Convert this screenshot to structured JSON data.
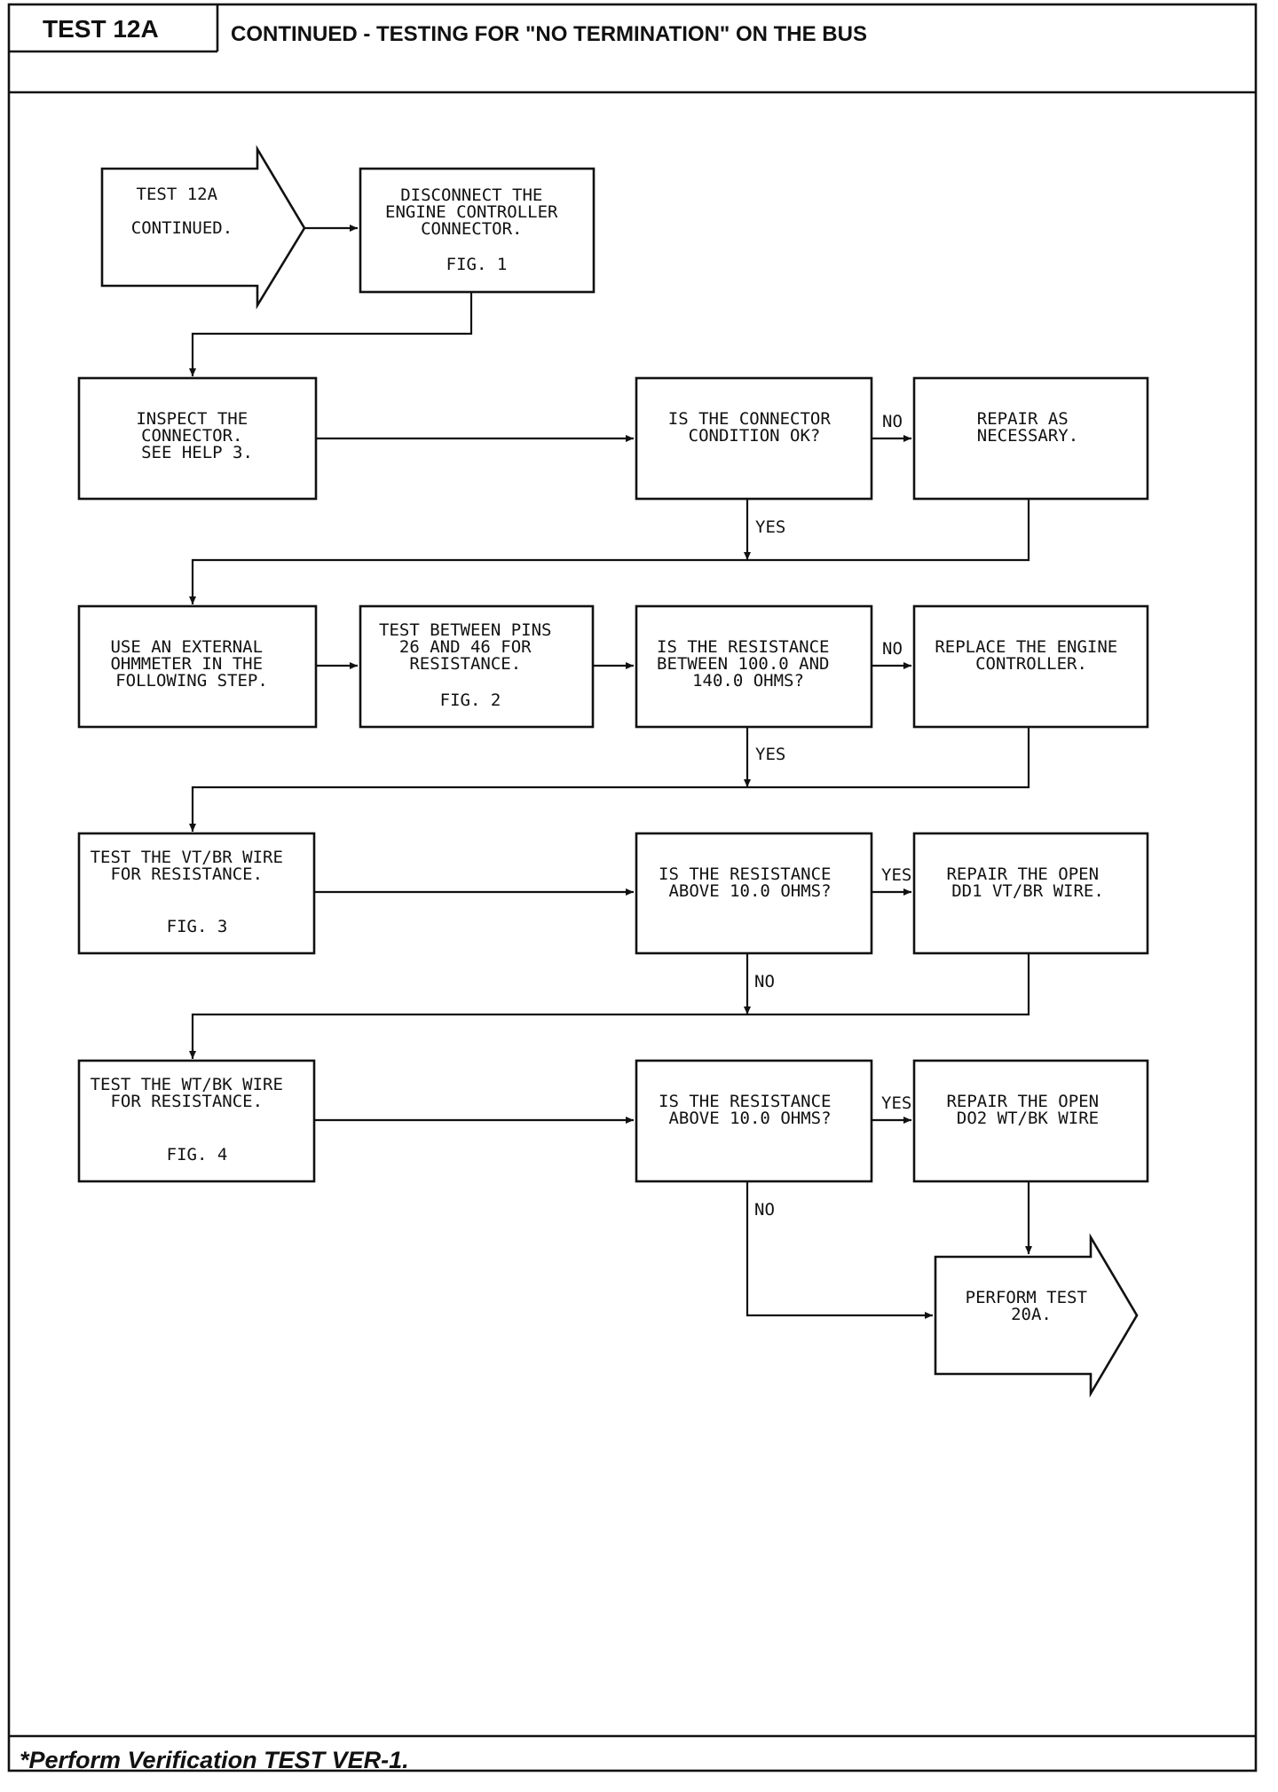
{
  "header": {
    "test_id": "TEST 12A",
    "title": "CONTINUED - TESTING FOR \"NO TERMINATION\" ON THE BUS"
  },
  "flowchart": {
    "start": [
      "TEST 12A",
      "CONTINUED."
    ],
    "disconnect": [
      "DISCONNECT THE",
      "ENGINE CONTROLLER",
      "CONNECTOR.",
      "FIG. 1"
    ],
    "inspect": [
      "INSPECT THE",
      "CONNECTOR.",
      "SEE HELP 3."
    ],
    "q_connector": [
      "IS THE CONNECTOR",
      "CONDITION OK?"
    ],
    "repair_necessary": [
      "REPAIR AS",
      "NECESSARY."
    ],
    "use_ohmmeter": [
      "USE AN EXTERNAL",
      "OHMMETER IN THE",
      "FOLLOWING STEP."
    ],
    "test_pins": [
      "TEST BETWEEN PINS",
      "26 AND 46 FOR",
      "RESISTANCE.",
      "FIG. 2"
    ],
    "q_resistance_range": [
      "IS THE RESISTANCE",
      "BETWEEN 100.0 AND",
      "140.0 OHMS?"
    ],
    "replace_controller": [
      "REPLACE THE ENGINE",
      "CONTROLLER."
    ],
    "test_vt_br": [
      "TEST THE VT/BR WIRE",
      "FOR RESISTANCE.",
      "FIG. 3"
    ],
    "q_vt_br": [
      "IS THE RESISTANCE",
      "ABOVE 10.0 OHMS?"
    ],
    "repair_d01": [
      "REPAIR THE OPEN",
      "DD1 VT/BR WIRE."
    ],
    "test_wt_bk": [
      "TEST THE WT/BK WIRE",
      "FOR RESISTANCE.",
      "FIG. 4"
    ],
    "q_wt_bk": [
      "IS THE RESISTANCE",
      "ABOVE 10.0 OHMS?"
    ],
    "repair_d02": [
      "REPAIR THE OPEN",
      "DO2 WT/BK WIRE"
    ],
    "perform_20a": [
      "PERFORM TEST",
      "20A."
    ]
  },
  "labels": {
    "no1": "NO",
    "yes1": "YES",
    "no2": "NO",
    "yes2": "YES",
    "yes3": "YES",
    "no3": "NO",
    "yes4": "YES",
    "no4": "NO"
  },
  "footer": {
    "note": "*Perform Verification TEST VER-1."
  }
}
